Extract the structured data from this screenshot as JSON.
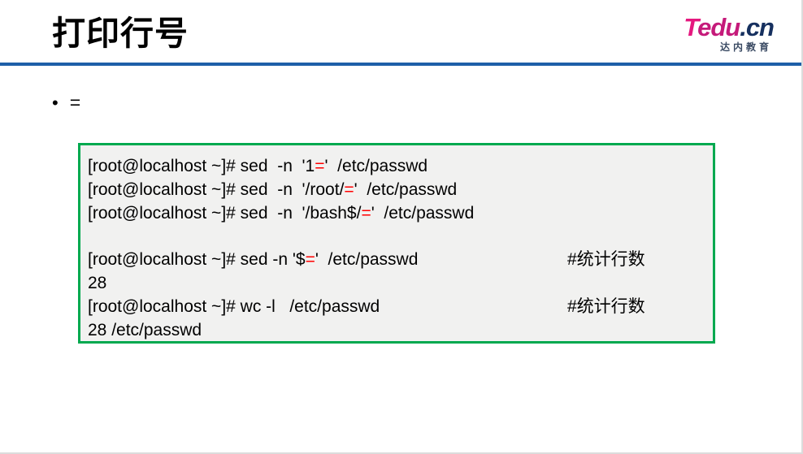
{
  "slide": {
    "title": "打印行号",
    "logo": {
      "word_t": "T",
      "word_edu": "edu",
      "word_cn": ".cn",
      "subtitle": "达内教育"
    },
    "bullet": {
      "marker": "•",
      "text": "="
    },
    "code_block": {
      "lines": [
        {
          "segments": [
            {
              "text": "[root@localhost ~]# sed  -n  '1",
              "color": "black"
            },
            {
              "text": "=",
              "color": "red"
            },
            {
              "text": "'  /etc/passwd",
              "color": "black"
            }
          ],
          "comment": ""
        },
        {
          "segments": [
            {
              "text": "[root@localhost ~]# sed  -n  '/root/",
              "color": "black"
            },
            {
              "text": "=",
              "color": "red"
            },
            {
              "text": "'  /etc/passwd",
              "color": "black"
            }
          ],
          "comment": ""
        },
        {
          "segments": [
            {
              "text": "[root@localhost ~]# sed  -n  '/bash$/",
              "color": "black"
            },
            {
              "text": "=",
              "color": "red"
            },
            {
              "text": "'  /etc/passwd",
              "color": "black"
            }
          ],
          "comment": ""
        },
        {
          "segments": [],
          "comment": ""
        },
        {
          "segments": [
            {
              "text": "[root@localhost ~]# sed -n '$",
              "color": "black"
            },
            {
              "text": "=",
              "color": "red"
            },
            {
              "text": "'  /etc/passwd",
              "color": "black"
            }
          ],
          "comment": "#统计行数"
        },
        {
          "segments": [
            {
              "text": "28",
              "color": "black"
            }
          ],
          "comment": ""
        },
        {
          "segments": [
            {
              "text": "[root@localhost ~]# wc -l   /etc/passwd",
              "color": "black"
            }
          ],
          "comment": "#统计行数"
        },
        {
          "segments": [
            {
              "text": "28 /etc/passwd",
              "color": "black"
            }
          ],
          "comment": ""
        }
      ]
    },
    "colors": {
      "header_rule": "#1e5fa8",
      "code_border": "#00a94f",
      "code_background": "#f1f1f0",
      "highlight": "#ff0000",
      "logo_pink": "#e5187f",
      "logo_navy": "#16305f"
    }
  }
}
